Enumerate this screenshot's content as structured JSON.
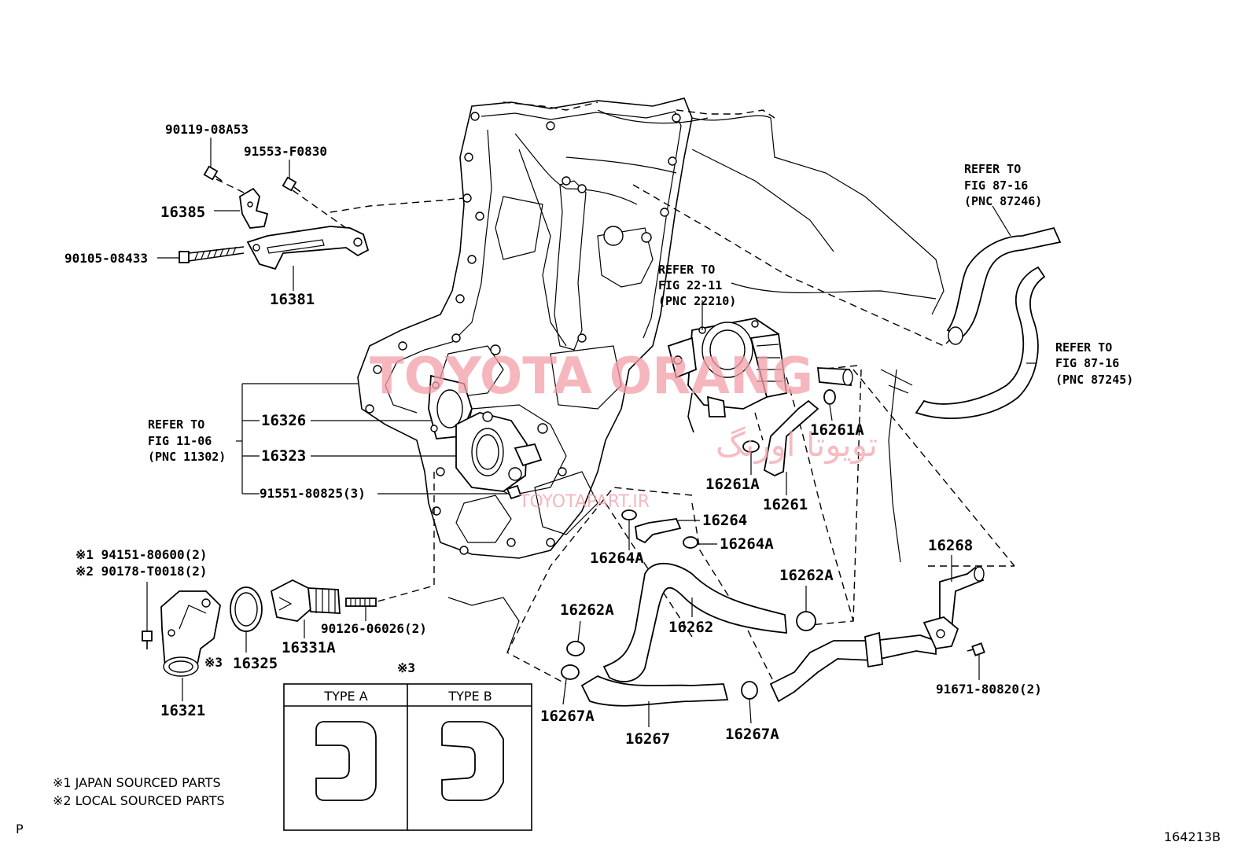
{
  "watermark": {
    "brand": "TOYOTA ORANG",
    "arabic": "تويوتا اورنگ",
    "url": "TOYOTAPART.IR",
    "color": "#f2a0a8"
  },
  "labels": {
    "p90119": "90119-08A53",
    "p91553": "91553-F0830",
    "p16385": "16385",
    "p90105": "90105-08433",
    "p16381": "16381",
    "p16326": "16326",
    "p16323": "16323",
    "p91551": "91551-80825(3)",
    "p94151": "※1 94151-80600(2)",
    "p90178": "※2 90178-T0018(2)",
    "p16321": "16321",
    "p16325": "16325",
    "p16331A": "16331A",
    "p90126": "90126-06026(2)",
    "mark3_part": "※3",
    "mark3_table": "※3",
    "p16261A_a": "16261A",
    "p16261A_b": "16261A",
    "p16261": "16261",
    "p16264": "16264",
    "p16264A_a": "16264A",
    "p16264A_b": "16264A",
    "p16262A_a": "16262A",
    "p16262A_b": "16262A",
    "p16262": "16262",
    "p16268": "16268",
    "p91671": "91671-80820(2)",
    "p16267": "16267",
    "p16267A_a": "16267A",
    "p16267A_b": "16267A"
  },
  "refs": {
    "ref_87246": [
      "REFER TO",
      "FIG 87-16",
      "(PNC 87246)"
    ],
    "ref_22210": [
      "REFER TO",
      "FIG 22-11",
      "(PNC 22210)"
    ],
    "ref_87245": [
      "REFER TO",
      "FIG 87-16",
      "(PNC 87245)"
    ],
    "ref_11302": [
      "REFER TO",
      "FIG 11-06",
      "(PNC 11302)"
    ]
  },
  "gasket_table": {
    "type_a": "TYPE A",
    "type_b": "TYPE B"
  },
  "notes": {
    "note1": "※1 JAPAN SOURCED PARTS",
    "note2": "※2 LOCAL SOURCED PARTS"
  },
  "corner": {
    "left": "P",
    "right": "164213B"
  }
}
